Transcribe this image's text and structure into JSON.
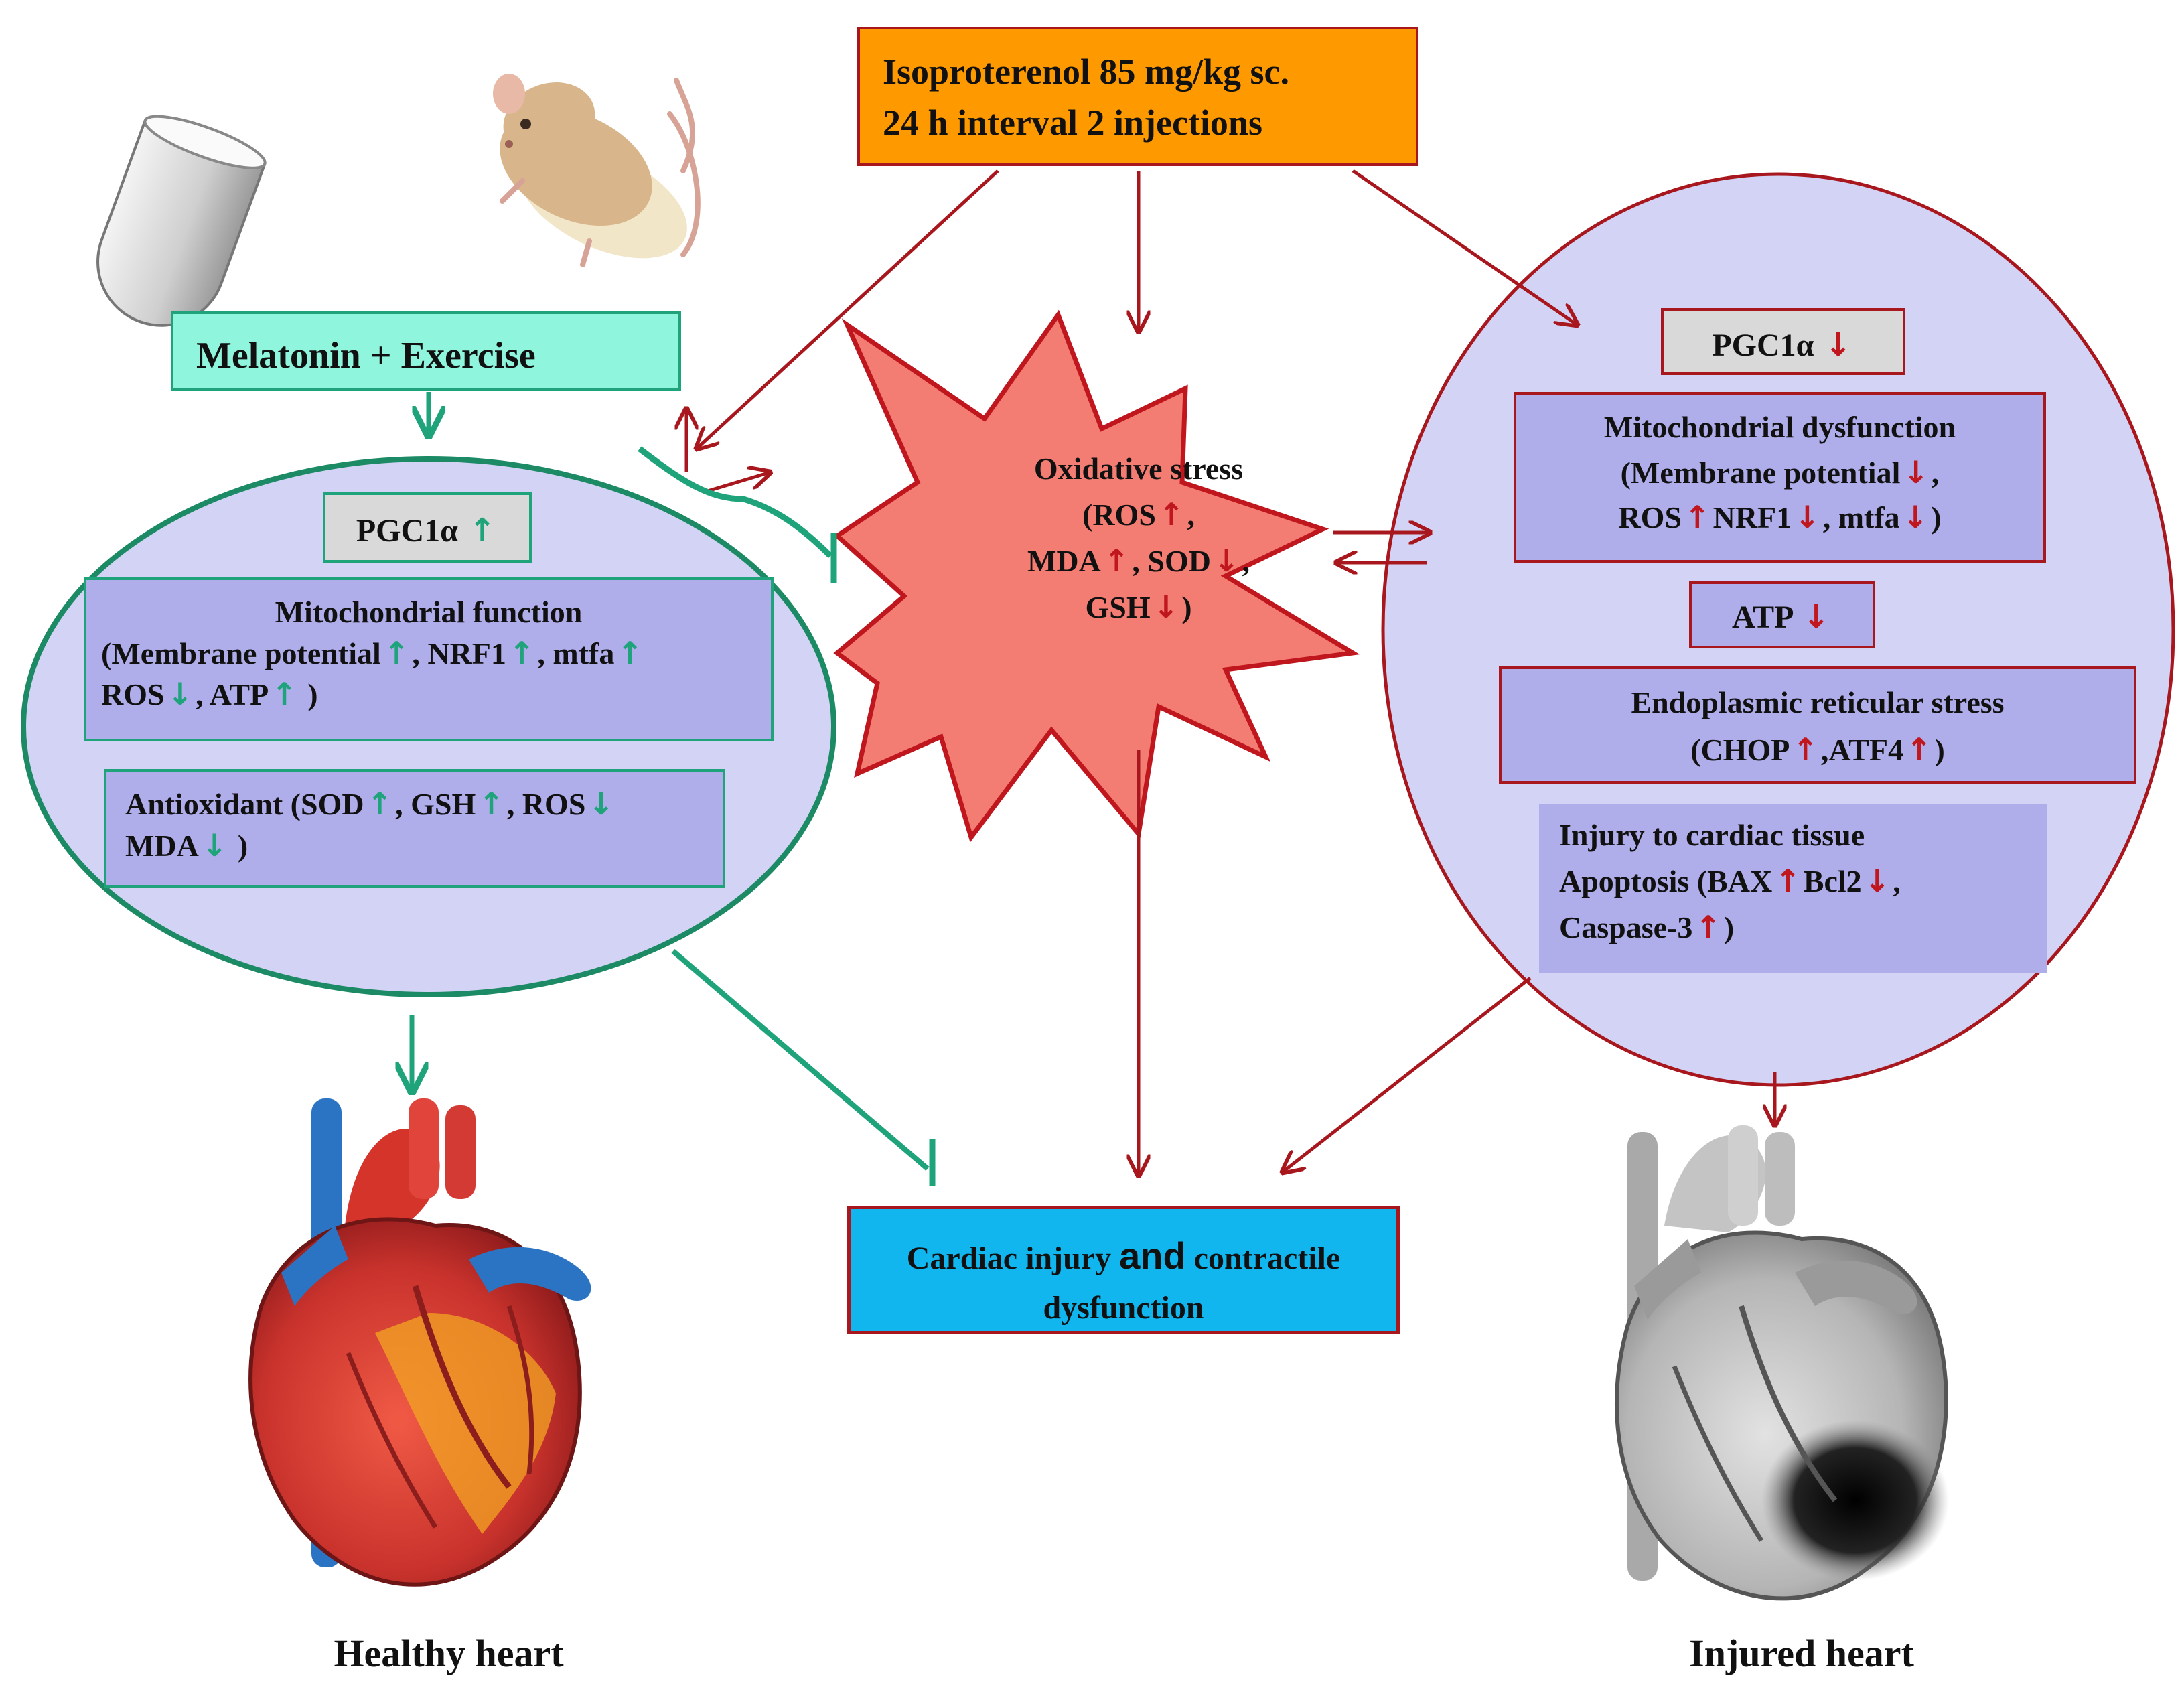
{
  "colors": {
    "teal": "#1fa37a",
    "dark_red": "#a8171d",
    "orange": "#ff9900",
    "mint": "#8ff5dc",
    "lavender": "#d3d4f5",
    "purple_box": "#b0aeea",
    "gray_box": "#d9d9d9",
    "star_fill": "#f47d73",
    "cyan": "#11b6ef"
  },
  "top_box": {
    "line1": "Isoproterenol 85 mg/kg sc.",
    "line2": "24 h interval 2 injections"
  },
  "melatonin_box": {
    "label": "Melatonin + Exercise"
  },
  "oxidative_stress": {
    "title": "Oxidative stress",
    "ros": "(ROS",
    "mda": "MDA",
    "sod": ", SOD",
    "gsh": "GSH",
    "close": ")"
  },
  "left_panel": {
    "pgc": "PGC1α",
    "mito_title": "Mitochondrial  function",
    "mito_membrane": "(Membrane potential",
    "mito_nrf1": ", NRF1",
    "mito_mtfa": ", mtfa",
    "mito_ros": "ROS",
    "mito_atp": ",  ATP",
    "mito_close": ")",
    "antiox_label": "Antioxidant  (SOD",
    "antiox_gsh": ", GSH",
    "antiox_ros": ", ROS",
    "antiox_mda": "MDA",
    "antiox_close": ")"
  },
  "right_panel": {
    "pgc": "PGC1α",
    "mito_title": "Mitochondrial  dysfunction",
    "mito_membrane": "(Membrane potential",
    "mito_ros": "ROS",
    "mito_nrf1": "NRF1",
    "mito_mtfa": ", mtfa",
    "mito_close": ")",
    "atp": "ATP",
    "er_title": "Endoplasmic  reticular stress",
    "er_chop": "(CHOP",
    "er_atf4": ",ATF4",
    "er_close": ")",
    "injury_title": "Injury  to cardiac  tissue",
    "apop_label": "Apoptosis (BAX",
    "apop_bcl2": "Bcl2",
    "apop_caspase": "Caspase-3",
    "apop_close": ")"
  },
  "bottom_box": {
    "line1_a": "Cardiac injury",
    "line1_and": "and",
    "line1_b": "contractile",
    "line2": "dysfunction"
  },
  "captions": {
    "healthy": "Healthy heart",
    "injured": "Injured heart"
  },
  "symbols": {
    "up": "↑",
    "down": "↓"
  }
}
